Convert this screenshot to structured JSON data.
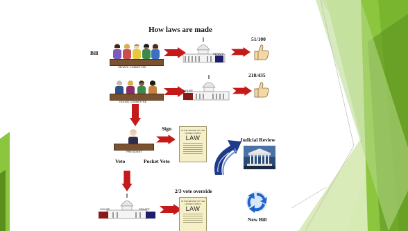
{
  "title": "How laws are made",
  "labels": {
    "bill": "Bill",
    "senate_committee": "SENATE COMMITTEE",
    "senate_tag": "SENATE",
    "senate_vote": "51/100",
    "house_committee": "HOUSE COMMITTEE",
    "house_tag": "HOUSE",
    "house_vote": "218/435",
    "president": "PRESIDENT",
    "sign": "Sign",
    "veto": "Veto",
    "pocket_veto": "Pocket Veto",
    "judicial_review": "Judicial Review",
    "override": "2/3 vote override",
    "bottom_house": "HOUSE",
    "bottom_senate": "SENATE",
    "new_bill": "New Bill"
  },
  "law_doc": {
    "header": "IN THE SENATE OF THE UNITED STATES",
    "law_word": "LAW"
  },
  "colors": {
    "arrow_red": "#c41a1a",
    "accent_green": "#8cc63f",
    "dark_green": "#5a8f1e",
    "thumb": "#f3d7a4"
  },
  "icons": [
    "right-arrow-icon",
    "down-arrow-icon",
    "capitol-icon",
    "thumbs-up-icon",
    "law-document-icon",
    "supreme-court-icon",
    "recycle-icon",
    "swirl-arrow-icon"
  ]
}
